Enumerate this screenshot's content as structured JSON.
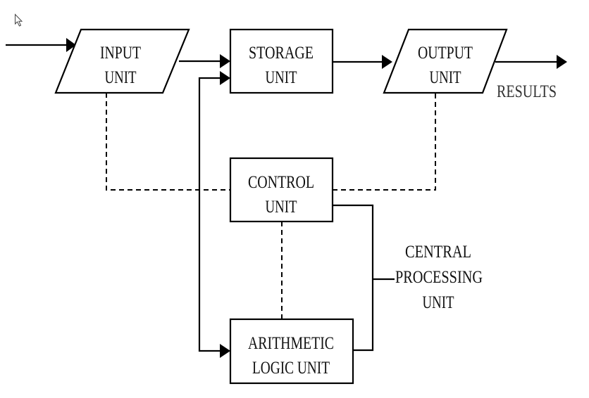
{
  "diagram": {
    "title": "",
    "nodes": {
      "input": {
        "lines": [
          "INPUT",
          "UNIT"
        ],
        "shape": "parallelogram"
      },
      "storage": {
        "lines": [
          "STORAGE",
          "UNIT"
        ],
        "shape": "rectangle"
      },
      "output": {
        "lines": [
          "OUTPUT",
          "UNIT"
        ],
        "shape": "parallelogram"
      },
      "control": {
        "lines": [
          "CONTROL",
          "UNIT"
        ],
        "shape": "rectangle"
      },
      "alu": {
        "lines": [
          "ARITHMETIC",
          "LOGIC UNIT"
        ],
        "shape": "rectangle"
      }
    },
    "labels": {
      "results": "RESULTS",
      "cpu": [
        "CENTRAL",
        "PROCESSING",
        "UNIT"
      ]
    },
    "edges": [
      {
        "from": "external",
        "to": "input",
        "style": "solid-arrow"
      },
      {
        "from": "input",
        "to": "storage",
        "style": "solid-arrow"
      },
      {
        "from": "storage",
        "to": "output",
        "style": "solid-arrow"
      },
      {
        "from": "output",
        "to": "results",
        "style": "solid-arrow"
      },
      {
        "from": "alu",
        "to": "storage",
        "style": "solid-arrow"
      },
      {
        "from": "storage",
        "to": "alu",
        "style": "solid-arrow"
      },
      {
        "from": "control",
        "to": "input",
        "style": "dashed"
      },
      {
        "from": "control",
        "to": "output",
        "style": "dashed"
      },
      {
        "from": "control",
        "to": "alu",
        "style": "dashed"
      }
    ],
    "cursor": "arrow-pointer"
  }
}
